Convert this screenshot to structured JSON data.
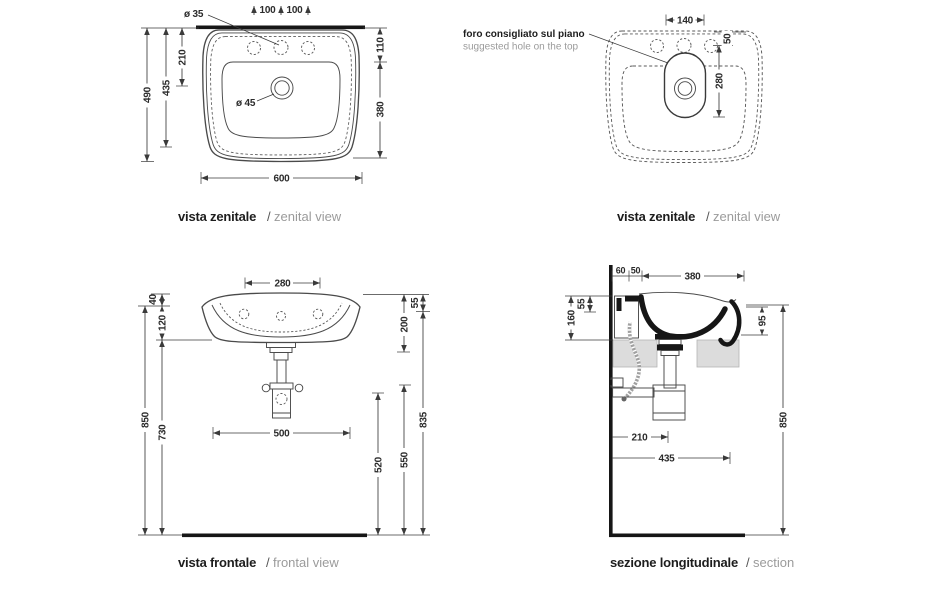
{
  "colors": {
    "line": "#4a4a4a",
    "dimension": "#3a3a3a",
    "solid_fill": "#161616",
    "muted_text": "#9b9b9b",
    "gray_block": "#dcdcdc"
  },
  "views": [
    {
      "id": "zenital-left",
      "caption_it": "vista zenitale",
      "caption_sep": "/",
      "caption_en": "zenital view",
      "dims": {
        "faucet_hole_diameter": "ø 35",
        "hole_pitch_left": "100",
        "hole_pitch_right": "100",
        "total_depth": "490",
        "wall_to_front_edge": "435",
        "wall_to_drain": "210",
        "drain_diameter": "ø 45",
        "wall_to_bowl": "110",
        "bowl_depth": "380",
        "total_width": "600"
      }
    },
    {
      "id": "zenital-right",
      "caption_it": "vista zenitale",
      "caption_sep": "/",
      "caption_en": "zenital view",
      "note_it": "foro consigliato sul piano",
      "note_en": "suggested hole on the top",
      "dims": {
        "hole_width": "140",
        "edge_to_hole": "50",
        "hole_length": "280"
      }
    },
    {
      "id": "frontal",
      "caption_it": "vista frontale",
      "caption_sep": "/",
      "caption_en": "frontal view",
      "dims": {
        "hole_pitch": "280",
        "rim_rise": "40",
        "rim_to_bottom": "120",
        "mount_height": "850",
        "bottom_to_floor": "730",
        "fixing_pitch": "500",
        "trap_inlet_height": "520",
        "trap_height": "550",
        "front_height": "835",
        "drain_drop": "200",
        "rim_thickness": "55"
      }
    },
    {
      "id": "section",
      "caption_it": "sezione longitudinale",
      "caption_sep": "/",
      "caption_en": "section",
      "dims": {
        "wall_offset": "60",
        "fixing_offset": "50",
        "total_depth": "380",
        "rim_drop": "55",
        "bracket_height": "160",
        "front_apron": "95",
        "rim_height": "850",
        "trap_center": "210",
        "drain_reach": "435"
      }
    }
  ]
}
